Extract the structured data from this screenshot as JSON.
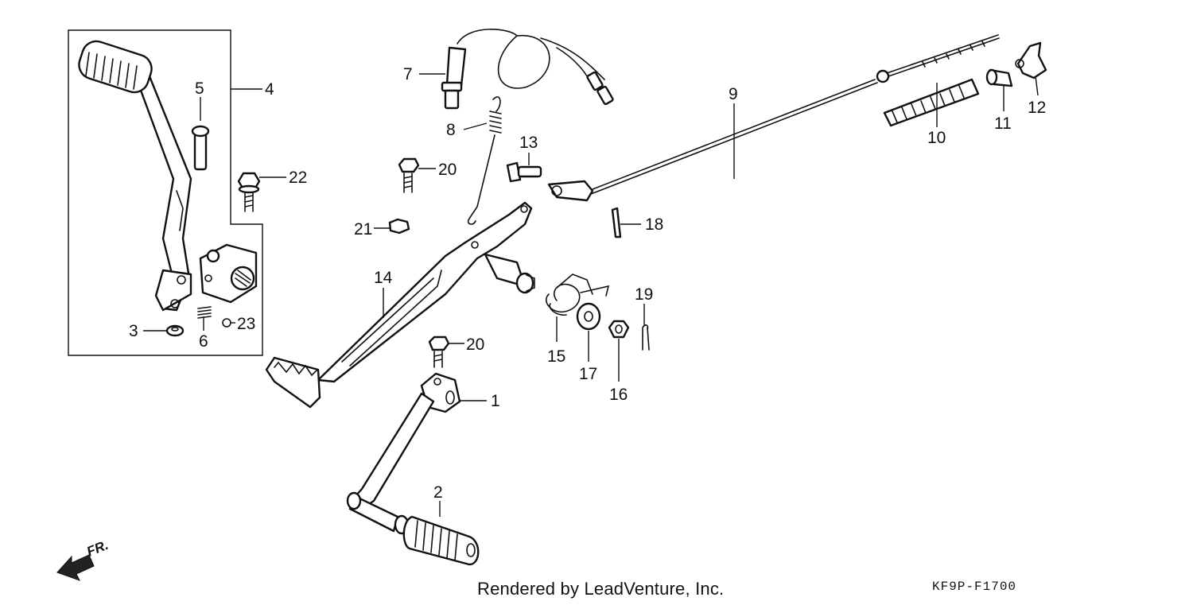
{
  "callouts": {
    "c1": "1",
    "c2": "2",
    "c3": "3",
    "c4": "4",
    "c5": "5",
    "c6": "6",
    "c7": "7",
    "c8": "8",
    "c9": "9",
    "c10": "10",
    "c11": "11",
    "c12": "12",
    "c13": "13",
    "c14": "14",
    "c15": "15",
    "c16": "16",
    "c17": "17",
    "c18": "18",
    "c19": "19",
    "c20a": "20",
    "c20b": "20",
    "c21": "21",
    "c22": "22",
    "c23": "23"
  },
  "direction_label": "FR.",
  "credit": "Rendered by LeadVenture, Inc.",
  "diagram_code": "KF9P-F1700"
}
